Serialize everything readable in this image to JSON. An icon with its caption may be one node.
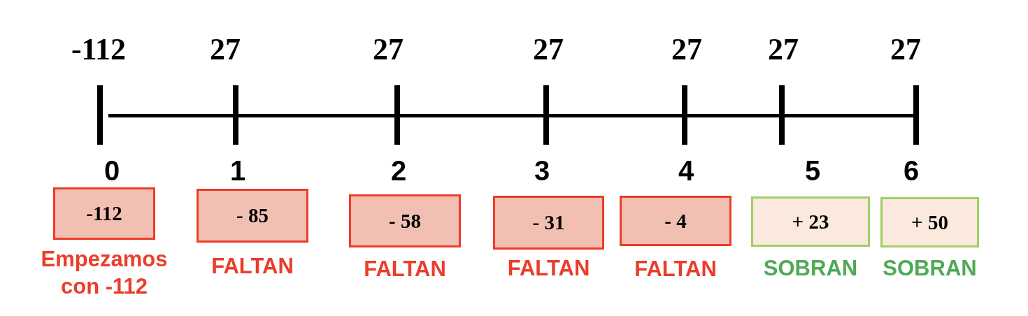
{
  "diagram": {
    "nodes": [
      {
        "text": [
          "-112"
        ],
        "beside": [
          "Empezamos con -112"
        ]
      },
      {
        "text": [
          "- 85"
        ],
        "beside": [
          "FALTAN"
        ]
      },
      {
        "text": [
          "- 58"
        ],
        "beside": [
          "FALTAN"
        ]
      },
      {
        "text": [
          "- 31"
        ],
        "beside": [
          "FALTAN"
        ]
      },
      {
        "text": [
          "- 4"
        ],
        "beside": [
          "FALTAN"
        ]
      },
      {
        "text": [
          "+ 23"
        ],
        "beside": [
          "SOBRAN"
        ]
      },
      {
        "text": [
          "+ 50"
        ],
        "beside": [
          "SOBRAN"
        ]
      }
    ],
    "labels": [
      "-112",
      "27",
      "27",
      "27",
      "27",
      "27",
      "27",
      "0",
      "1",
      "2",
      "3",
      "4",
      "5",
      "6"
    ]
  }
}
